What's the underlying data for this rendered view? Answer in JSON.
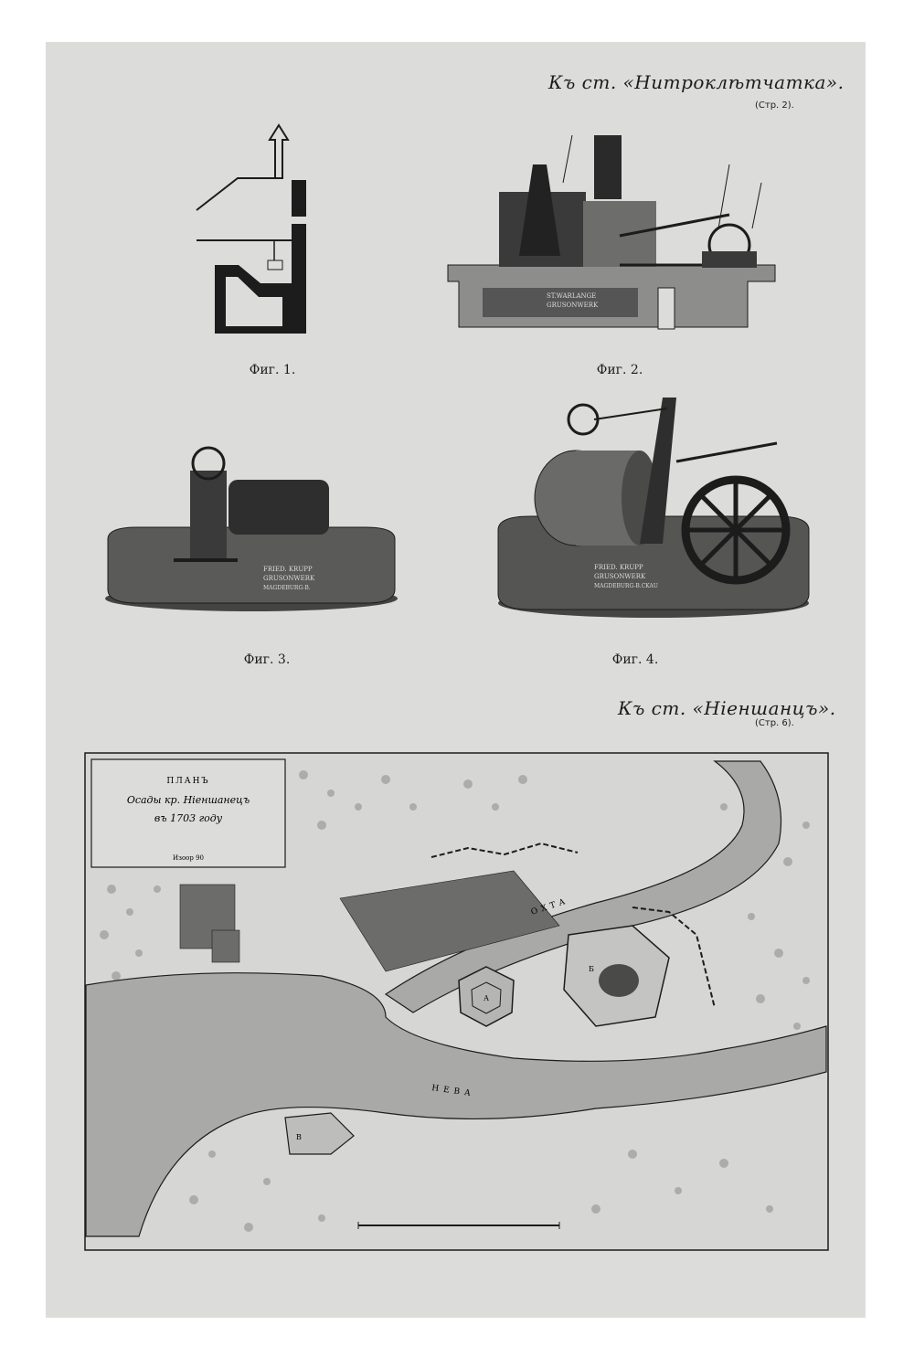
{
  "top_section": {
    "heading": "Къ ст. «Нитроклѣтчатка».",
    "page_ref": "(Стр. 2).",
    "figures": [
      {
        "caption": "Фиг. 1."
      },
      {
        "caption": "Фиг. 2."
      },
      {
        "caption": "Фиг. 3."
      },
      {
        "caption": "Фиг. 4."
      }
    ],
    "machine_plates": {
      "fig2": [
        "ST.WARLANGE",
        "GRUSONWERK"
      ],
      "fig3": [
        "FRIED. KRUPP",
        "GRUSONWERK",
        "MAGDEBURG-B."
      ],
      "fig4": [
        "FRIED. KRUPP",
        "GRUSONWERK",
        "MAGDEBURG-B.CKAU"
      ]
    }
  },
  "bottom_section": {
    "heading": "Къ ст. «Ніеншанцъ».",
    "page_ref": "(Стр. 6)."
  },
  "map": {
    "title_lines": [
      "ПЛАНЪ",
      "Осады кр. Ніеншанецъ",
      "въ 1703 году"
    ],
    "scale_note": "Изоор 90",
    "river_labels": [
      "ОХТА",
      "НЕВА"
    ],
    "fort_letters": [
      "А",
      "Б",
      "В"
    ]
  },
  "colors": {
    "plate": "#dcdcda",
    "ink": "#1c1c1c",
    "river": "#a9a9a7"
  }
}
